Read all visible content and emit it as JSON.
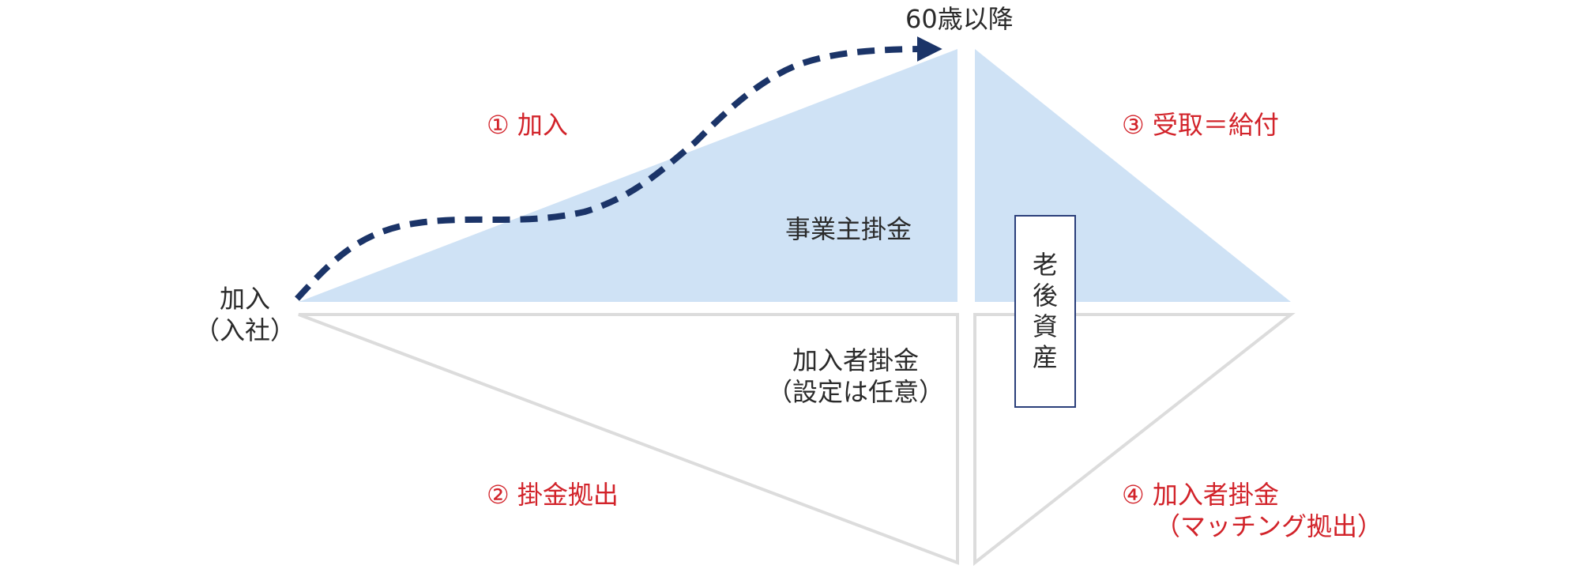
{
  "labels": {
    "age_top": "60歳以降",
    "join_start_line1": "加入",
    "join_start_line2": "（入社）",
    "phase1": "① 加入",
    "phase2": "② 掛金拠出",
    "phase3": "③ 受取＝給付",
    "phase4_line1": "④ 加入者掛金",
    "phase4_line2": "（マッチング拠出）",
    "employer_contribution": "事業主掛金",
    "member_contribution_line1": "加入者掛金",
    "member_contribution_line2": "（設定は任意）",
    "retirement_assets": "老\n後\n資\n産"
  },
  "colors": {
    "fill_blue": "#cfe2f5",
    "outline_gray": "#dcdcdc",
    "arrow_navy": "#1b3468",
    "label_red": "#d2232a",
    "label_dark": "#2a2a2a",
    "box_border": "#2b3f7a"
  }
}
